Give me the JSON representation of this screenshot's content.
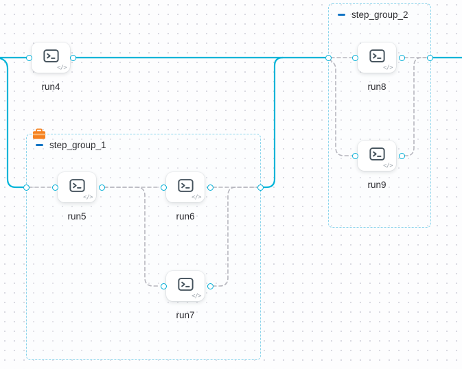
{
  "canvas": {
    "type": "pipeline-editor-canvas"
  },
  "colors": {
    "edge_active": "#00b4d8",
    "edge_pending": "#b6b6be",
    "group_border": "#8bd4ec",
    "collapse_icon": "#1274c4",
    "group_badge_orange": "#f58220",
    "node_icon": "#44525c"
  },
  "groups": [
    {
      "id": "step_group_1",
      "label": "step_group_1"
    },
    {
      "id": "step_group_2",
      "label": "step_group_2"
    }
  ],
  "nodes": [
    {
      "id": "run4",
      "label": "run4"
    },
    {
      "id": "run5",
      "label": "run5"
    },
    {
      "id": "run6",
      "label": "run6"
    },
    {
      "id": "run7",
      "label": "run7"
    },
    {
      "id": "run8",
      "label": "run8"
    },
    {
      "id": "run9",
      "label": "run9"
    }
  ],
  "node_badge": "</>"
}
